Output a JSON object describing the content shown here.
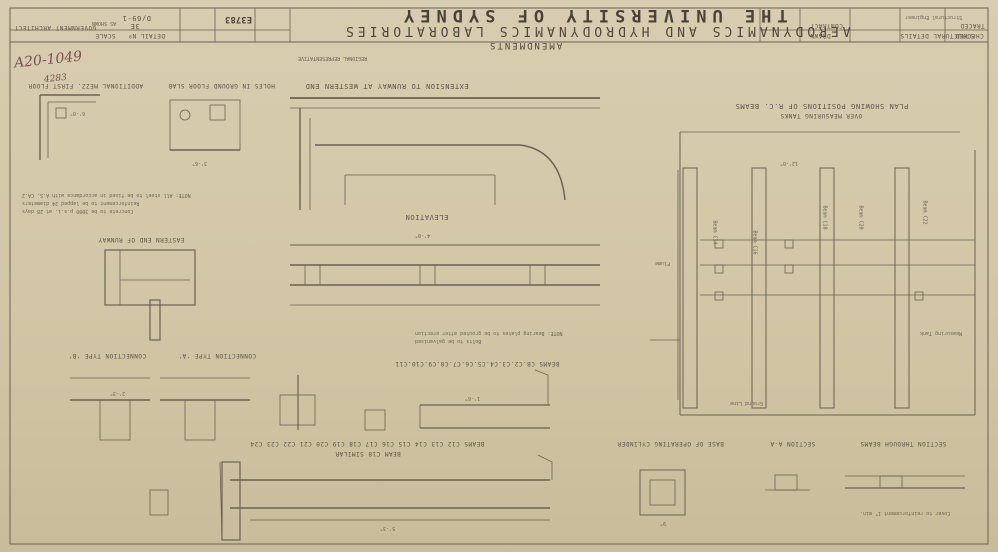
{
  "title_block": {
    "university": "THE UNIVERSITY OF SYDNEY",
    "laboratories": "AERODYNAMICS AND HYDRODYNAMICS LABORATORIES",
    "amendments": "AMENDMENTS",
    "drawing_number": "E3783",
    "detail_no_label": "DETAIL Nº",
    "detail_no_value": "D/69-1",
    "scale_label": "SCALE",
    "scale_value": "AS SHOWN",
    "sheet_value": "3E",
    "architect": "GOVERNMENT ARCHITECT",
    "contract": "CONTRACT",
    "drawn_label": "DRAWN",
    "traced_label": "TRACED",
    "checked_label": "CHECKED",
    "structural_engineer": "STRUCTURAL DETAILS",
    "engineer_sig": "Structural Engineer",
    "regional": "REGIONAL REPRESENTATIVE"
  },
  "handwritten": {
    "ref": "A20-1049",
    "num": "4283"
  },
  "section_titles": {
    "additional_slab": "ADDITIONAL MEZZ. FIRST FLOOR",
    "holes_ground": "HOLES IN GROUND FLOOR SLAB",
    "extension_runway": "EXTENSION TO RUNWAY AT WESTERN END",
    "plan_positions": "PLAN SHOWING POSITIONS OF R.C. BEAMS",
    "over_tanks": "OVER MEASURING TANKS",
    "elevation": "ELEVATION",
    "eastern_runway": "EASTERN END OF RUNWAY",
    "connection_b": "CONNECTION TYPE 'B'",
    "connection_a": "CONNECTION TYPE 'A'",
    "beams_list_1": "BEAMS CB.C2.C3.C4.C5.C6.C7.C8.C9.C10.C11",
    "beams_list_2": "BEAMS C12 C13 C14 C15 C16 C17 C18 C19 C20 C21 C22 C23 C24",
    "beam_similar": "BEAM C18 SIMILAR",
    "base_cylinder": "BASE OF OPERATING CYLINDER",
    "section_aa": "SECTION A-A",
    "section_beams": "SECTION THROUGH BEAMS"
  },
  "plan_labels": {
    "beam_1": "Beam C14",
    "beam_2": "Beam C16",
    "beam_3": "Beam C18",
    "beam_4": "Beam C20",
    "beam_5": "Beam C22",
    "ground": "Ground Line",
    "flume": "Flume",
    "tank": "Measuring Tank"
  },
  "notes": {
    "n1": "NOTE: All steel to be fixed in accordance with A.S. CA.2",
    "n2": "Reinforcement to be lapped 24 diameters",
    "n3": "Concrete to be 3000 p.s.i. at 28 days",
    "n4": "NOTE: Bearing plates to be grouted after erection",
    "n5": "Bolts to be galvanised",
    "n6": "Cover to reinforcement 1\" min."
  },
  "dims": {
    "d1": "6'-0\"",
    "d2": "3'-6\"",
    "d3": "4'-0\"",
    "d4": "2'-3\"",
    "d5": "1'-6\"",
    "d6": "9\"",
    "d7": "5'-3\"",
    "d8": "12'-0\""
  },
  "colors": {
    "paper": "#d2c6a6",
    "ink": "#5b5249",
    "pencil": "#7a4f55"
  }
}
